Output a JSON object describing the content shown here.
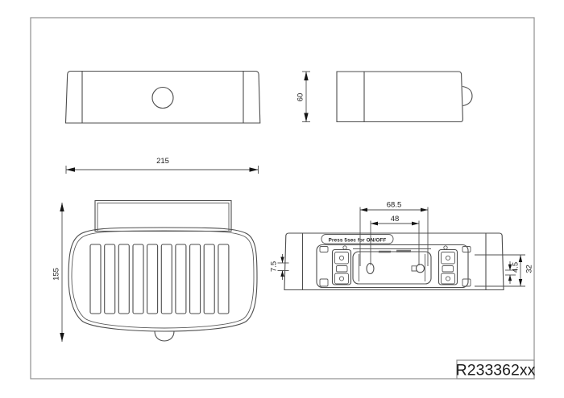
{
  "drawing": {
    "part_number": "R233362xx",
    "press_label": "Press 5sec for ON/OFF",
    "dims": {
      "front_width": "215",
      "side_height": "60",
      "top_height": "155",
      "back_hole_span_outer": "68.5",
      "back_hole_span_inner": "48",
      "back_left_offset": "7.5",
      "back_right_small": "4.5",
      "back_right_large": "32"
    },
    "colors": {
      "background": "#ffffff",
      "line": "#4d4d4d",
      "frame_border": "#8f8f8f",
      "dimension_text": "#1d1d1d",
      "arrow": "#141414"
    }
  }
}
